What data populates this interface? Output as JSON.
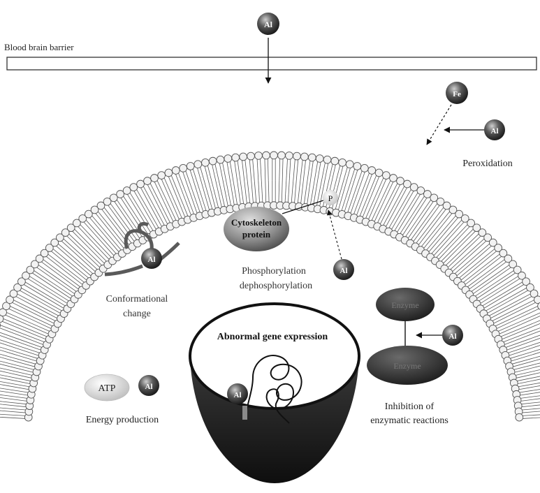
{
  "labels": {
    "barrier": "Blood brain barrier",
    "peroxidation": "Peroxidation",
    "cytoskeleton_line1": "Cytoskeleton",
    "cytoskeleton_line2": "protein",
    "phospho_line1": "Phosphorylation",
    "phospho_line2": "dephosphorylation",
    "conformational_line1": "Conformational",
    "conformational_line2": "change",
    "gene_expression": "Abnormal gene expression",
    "enzyme_top": "Enzyme",
    "enzyme_bottom": "Enzyme",
    "inhibition_line1": "Inhibition of",
    "inhibition_line2": "enzymatic reactions",
    "atp": "ATP",
    "energy": "Energy production",
    "phosphate": "P",
    "fe": "Fe",
    "al": "Al"
  },
  "colors": {
    "al_sphere": "#3a3a3a",
    "enzyme": "#2e2e2e",
    "cytoskeleton": "#8a8a8a",
    "nucleus_base": "#1f1f1f",
    "membrane_head": "#f2f2f2"
  }
}
